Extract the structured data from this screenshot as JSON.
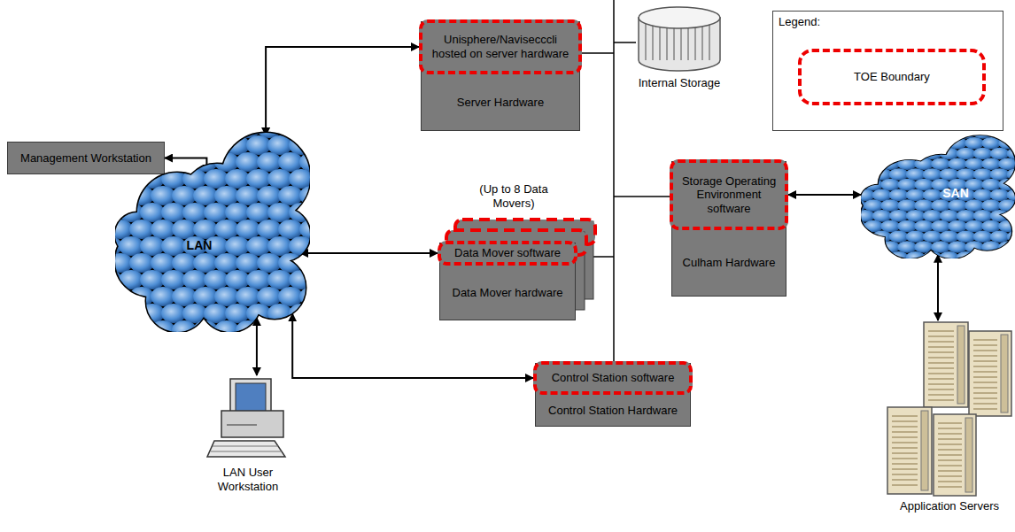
{
  "diagram": {
    "nodes": [
      {
        "text": [
          "Management Workstation"
        ]
      },
      {
        "text": [
          "LAN"
        ]
      },
      {
        "text": [
          "Server Hardware"
        ]
      },
      {
        "text": [
          "Unisphere/Navisecccli hosted on server hardware"
        ],
        "in": 2
      },
      {
        "text": [
          "Internal Storage"
        ]
      },
      {
        "text": [
          "Data Mover hardware"
        ]
      },
      {
        "text": [
          "Data Mover software"
        ],
        "in": 5
      },
      {
        "text": [
          "Culham Hardware"
        ]
      },
      {
        "text": [
          "Storage Operating Environment software"
        ],
        "in": 7
      },
      {
        "text": [
          "SAN"
        ]
      },
      {
        "text": [
          "Control Station Hardware"
        ]
      },
      {
        "text": [
          "Control Station software"
        ],
        "in": 10
      },
      {
        "text": [
          "LAN User Workstation"
        ]
      },
      {
        "text": [
          "Application Servers"
        ]
      }
    ],
    "edges": [
      {
        "from": 0,
        "to": 1,
        "arrow": "both"
      },
      {
        "from": 1,
        "to": 3,
        "arrow": "both"
      },
      {
        "from": 1,
        "to": 6,
        "arrow": "both"
      },
      {
        "from": 1,
        "to": 11,
        "arrow": "both"
      },
      {
        "from": 1,
        "to": 12,
        "arrow": "both"
      },
      {
        "from": 8,
        "to": 9,
        "arrow": "both"
      },
      {
        "from": 9,
        "to": 13,
        "arrow": "both"
      }
    ],
    "labels": [
      "(Up to 8 Data Movers)",
      "Legend:"
    ],
    "legend": [
      {
        "text": "TOE Boundary"
      }
    ]
  }
}
